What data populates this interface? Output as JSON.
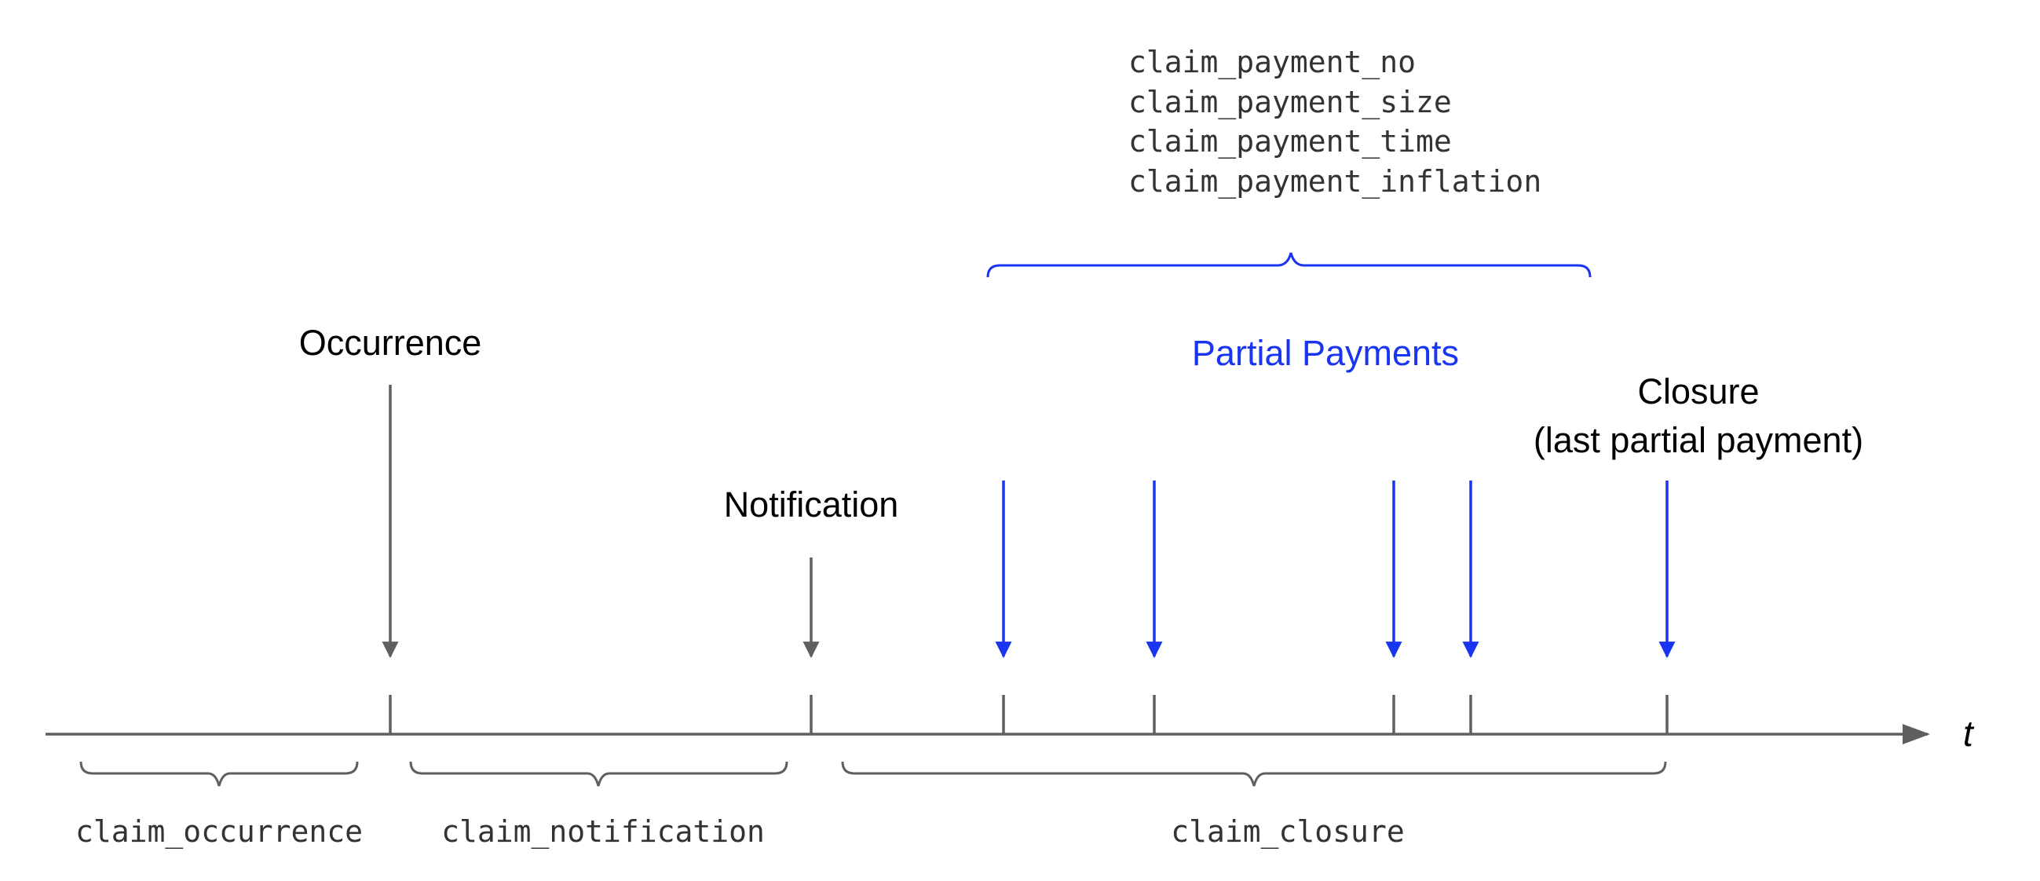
{
  "colors": {
    "grey": "#5f5f5f",
    "blue": "#1a35f0",
    "black": "#000000"
  },
  "axis": {
    "label": "t"
  },
  "events": {
    "occurrence": "Occurrence",
    "notification": "Notification",
    "partial_payments": "Partial Payments",
    "closure_line1": "Closure",
    "closure_line2": "(last partial payment)"
  },
  "payment_variables": [
    "claim_payment_no",
    "claim_payment_size",
    "claim_payment_time",
    "claim_payment_inflation"
  ],
  "intervals": {
    "occurrence": "claim_occurrence",
    "notification": "claim_notification",
    "closure": "claim_closure"
  }
}
